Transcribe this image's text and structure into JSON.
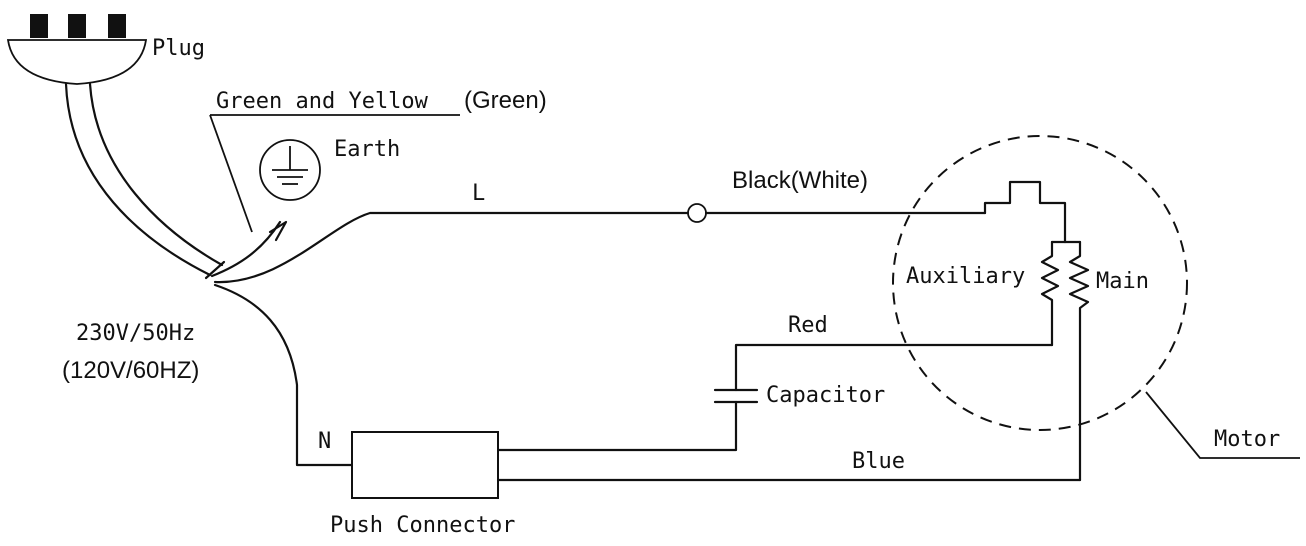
{
  "labels": {
    "plug": "Plug",
    "earth_wire": "Green and Yellow",
    "earth_wire_alt": "(Green)",
    "earth": "Earth",
    "live": "L",
    "live_wire": "Black(White)",
    "auxiliary": "Auxiliary",
    "main": "Main",
    "voltage": "230V/50Hz",
    "voltage_alt": "(120V/60HZ)",
    "red": "Red",
    "capacitor": "Capacitor",
    "neutral": "N",
    "blue": "Blue",
    "motor": "Motor",
    "push_connector": "Push Connector"
  },
  "icons": {
    "plug": "plug-icon",
    "earth": "earth-ground-icon",
    "capacitor": "capacitor-symbol",
    "coil": "coil-symbol",
    "terminal": "terminal-circle"
  },
  "colors": {
    "line": "#111111",
    "background": "#ffffff"
  }
}
